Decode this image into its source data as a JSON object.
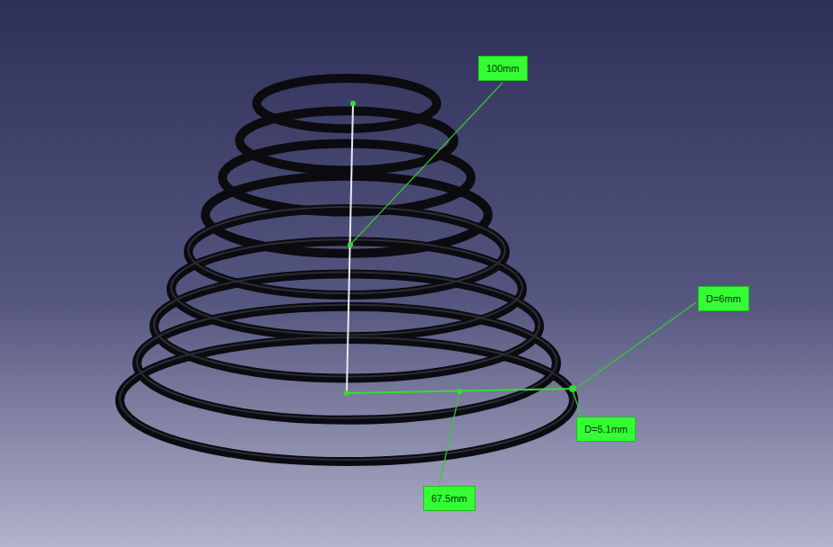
{
  "diagram": {
    "labels": [
      "100mm",
      "D=6mm",
      "D=5.1mm",
      "67.5mm"
    ]
  }
}
